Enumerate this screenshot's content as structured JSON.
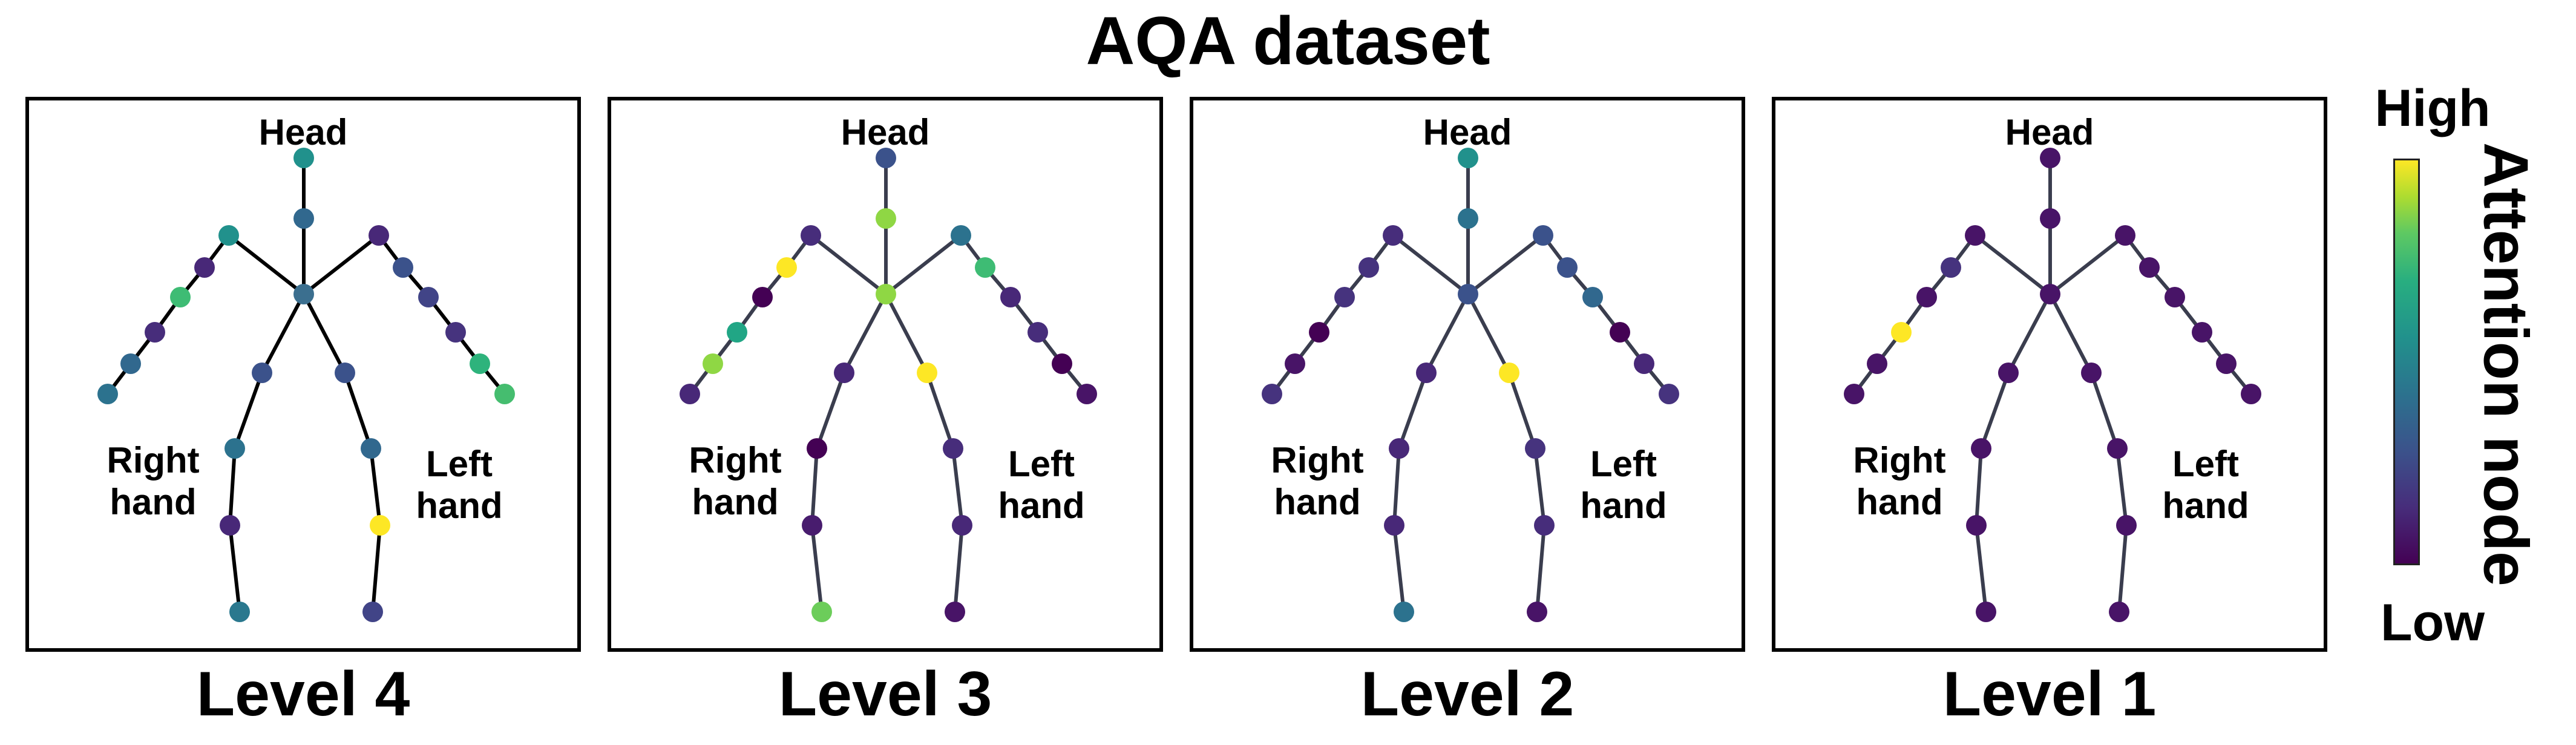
{
  "title": "AQA dataset",
  "labels": {
    "head": "Head",
    "right_hand": "Right\nhand",
    "left_hand": "Left\nhand"
  },
  "colorbar": {
    "high": "High",
    "low": "Low",
    "label": "Attention node"
  },
  "colors": {
    "low": "#440154",
    "high": "#fde725",
    "edge_level4": "#000000",
    "edge_other": "#3a3d4e"
  },
  "panels": [
    {
      "level": "Level 4",
      "node_colors": [
        "#21918c",
        "#31688e",
        "#3b6f8f",
        "#21918c",
        "#482878",
        "#3ebc74",
        "#472d7b",
        "#31688e",
        "#2c728e",
        "#482878",
        "#3b528b",
        "#414487",
        "#46337e",
        "#2eb37c",
        "#45bd6f",
        "#3b528b",
        "#2c728e",
        "#482878",
        "#2a788e",
        "#3b528b",
        "#31688e",
        "#fde725",
        "#414487",
        "#3b528b",
        "#482878"
      ]
    },
    {
      "level": "Level 3",
      "node_colors": [
        "#3b528b",
        "#8fd744",
        "#8fd744",
        "#472d7b",
        "#fde725",
        "#440154",
        "#21a685",
        "#8fd744",
        "#482878",
        "#2c728e",
        "#3ebc74",
        "#482878",
        "#472d7b",
        "#440154",
        "#481467",
        "#482878",
        "#440154",
        "#481c6e",
        "#6ccd5a",
        "#fde725",
        "#472d7b",
        "#482878",
        "#481467",
        "#482878",
        "#440154"
      ]
    },
    {
      "level": "Level 2",
      "node_colors": [
        "#21918c",
        "#2c728e",
        "#3b528b",
        "#472d7b",
        "#46337e",
        "#46337e",
        "#440154",
        "#481467",
        "#46337e",
        "#3b528b",
        "#3b528b",
        "#31688e",
        "#440154",
        "#482878",
        "#46337e",
        "#482878",
        "#482878",
        "#482878",
        "#2c728e",
        "#fde725",
        "#46337e",
        "#472d7b",
        "#481467",
        "#482878",
        "#2c728e"
      ]
    },
    {
      "level": "Level 1",
      "node_colors": [
        "#481467",
        "#481467",
        "#481467",
        "#481467",
        "#46337e",
        "#481467",
        "#fde725",
        "#481467",
        "#481467",
        "#481467",
        "#481467",
        "#481467",
        "#481467",
        "#481467",
        "#481467",
        "#481467",
        "#481467",
        "#481467",
        "#481467",
        "#481467",
        "#481467",
        "#481467",
        "#481467",
        "#481467",
        "#481467"
      ]
    }
  ]
}
